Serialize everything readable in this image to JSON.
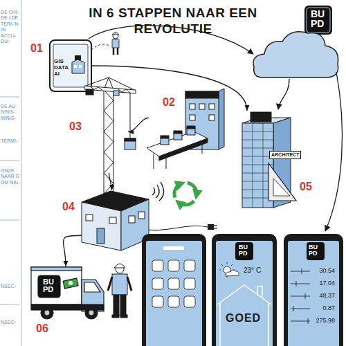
{
  "diagram": {
    "title": "IN 6 STAPPEN NAAR EEN REVOLUTIE",
    "nodes": [
      {
        "text": [
          "01",
          "GIS DATA AI"
        ]
      },
      {
        "text": [
          "02"
        ]
      },
      {
        "text": [
          "03"
        ]
      },
      {
        "text": [
          "04"
        ]
      },
      {
        "text": [
          "05",
          "ARCHITECT"
        ]
      },
      {
        "text": [
          "06",
          "BUPD"
        ]
      },
      {
        "text": [
          "BUPD",
          "23° C",
          "GOED"
        ]
      },
      {
        "text": [
          "BUPD",
          "30.54",
          "17.04",
          "48.37",
          "0.87",
          "275.98"
        ]
      }
    ],
    "edges": [
      {
        "from": 0,
        "to": 4,
        "arrow": "to"
      },
      {
        "from": 1,
        "to": 2,
        "arrow": "to"
      },
      {
        "from": 2,
        "to": 3,
        "arrow": "to"
      },
      {
        "from": 3,
        "to": 5,
        "arrow": "to"
      }
    ],
    "labels": [
      "BUPD",
      "DE CHI- DE I DE TERI- N IN ACCU- DU-",
      "DE AU- NING- MINIS-",
      "TERMI-",
      "ONZE NAAR G OM NAI-",
      "NSEC-",
      "NSEC-"
    ]
  }
}
